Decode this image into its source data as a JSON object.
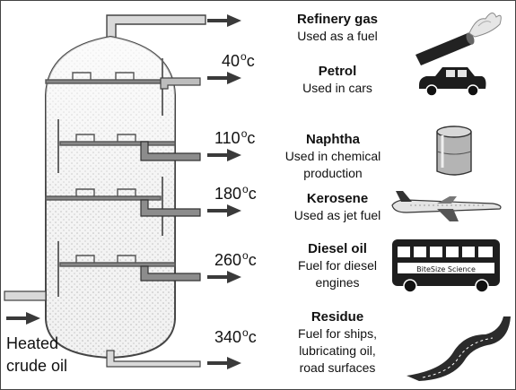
{
  "input": {
    "line1": "Heated",
    "line2": "crude oil"
  },
  "fractions": [
    {
      "name": "Refinery gas",
      "temp_value": "",
      "temp_unit": "",
      "use": [
        "Used as a fuel"
      ],
      "icon": "gas-flame-icon"
    },
    {
      "name": "Petrol",
      "temp_value": "40",
      "temp_unit": "o",
      "temp_suffix": "c",
      "use": [
        "Used in cars"
      ],
      "icon": "car-icon"
    },
    {
      "name": "Naphtha",
      "temp_value": "110",
      "temp_unit": "o",
      "temp_suffix": "c",
      "use": [
        "Used in chemical",
        "production"
      ],
      "icon": "barrel-icon"
    },
    {
      "name": "Kerosene",
      "temp_value": "180",
      "temp_unit": "o",
      "temp_suffix": "c",
      "use": [
        "Used as jet fuel"
      ],
      "icon": "airplane-icon"
    },
    {
      "name": "Diesel oil",
      "temp_value": "260",
      "temp_unit": "o",
      "temp_suffix": "c",
      "use": [
        "Fuel for diesel",
        "engines"
      ],
      "icon": "bus-icon"
    },
    {
      "name": "Residue",
      "temp_value": "340",
      "temp_unit": "o",
      "temp_suffix": "c",
      "use": [
        "Fuel for ships,",
        "lubricating oil,",
        "road surfaces"
      ],
      "icon": "road-icon"
    }
  ],
  "bus_sign": "BiteSize Science"
}
